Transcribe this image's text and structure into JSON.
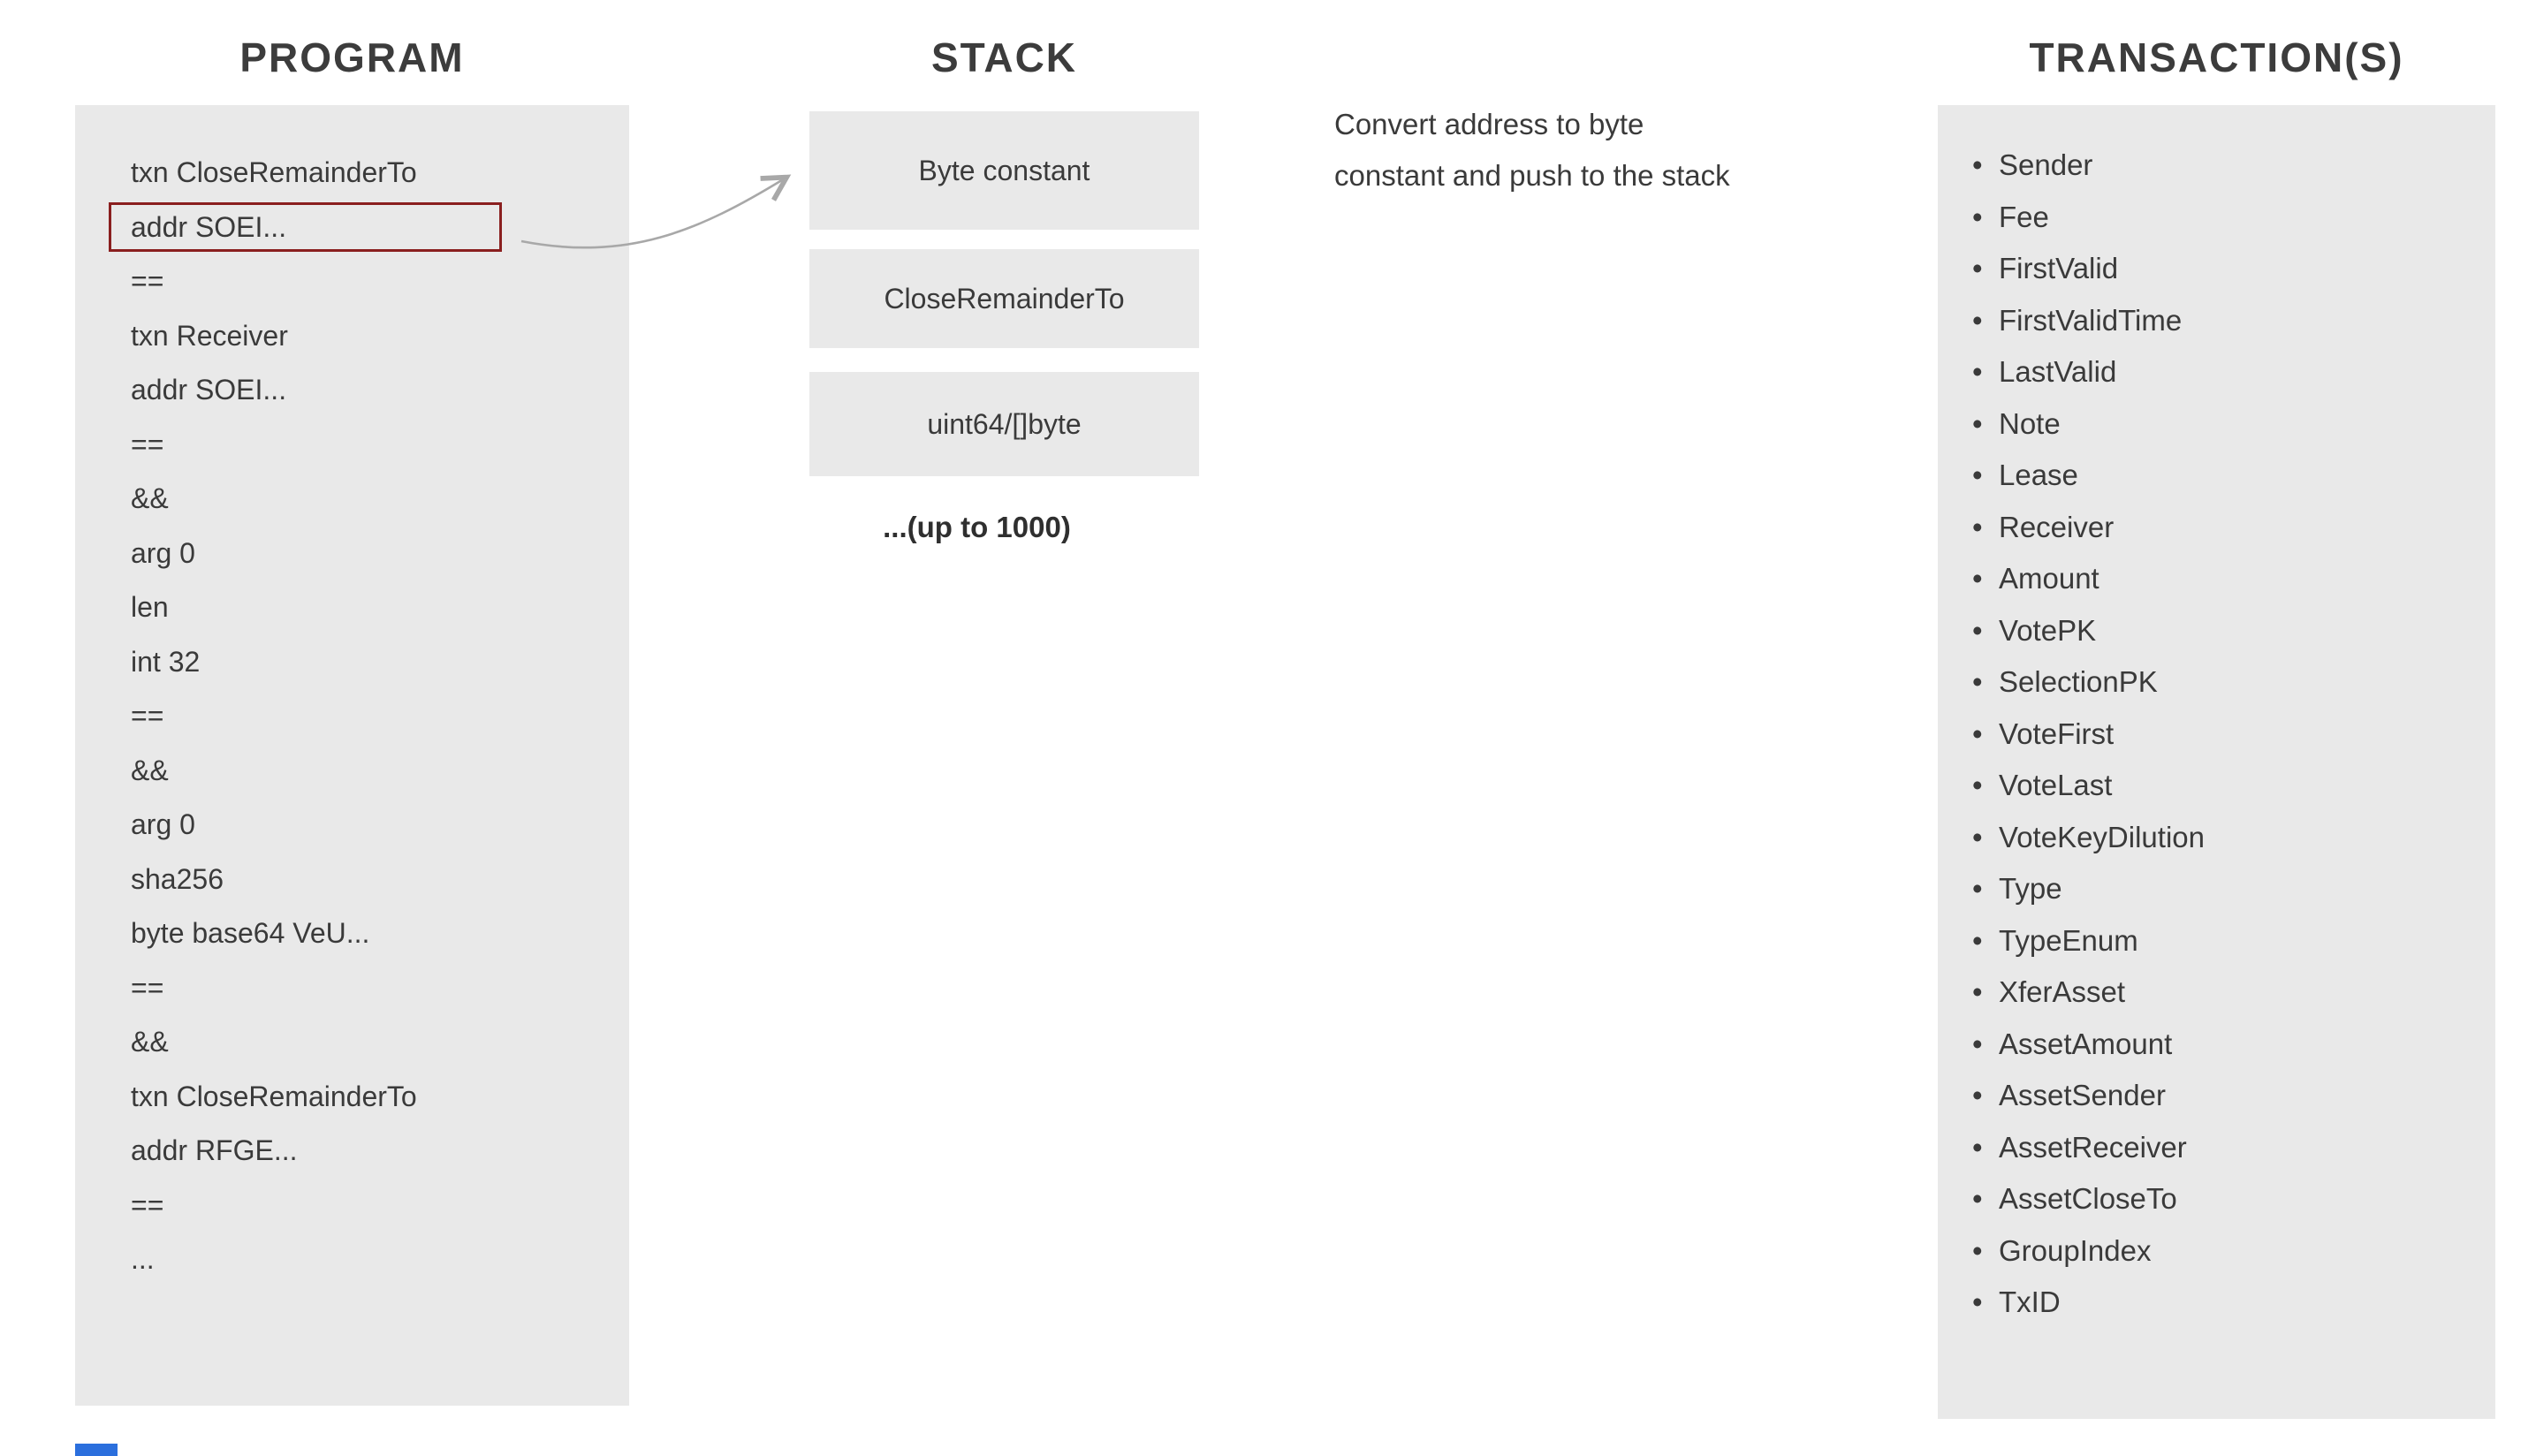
{
  "program": {
    "title": "PROGRAM",
    "lines": [
      "txn CloseRemainderTo",
      "addr SOEI...",
      "==",
      "txn Receiver",
      "addr SOEI...",
      "==",
      "&&",
      "arg 0",
      "len",
      "int 32",
      "==",
      "&&",
      "arg 0",
      "sha256",
      "byte base64 VeU...",
      "==",
      "&&",
      "txn CloseRemainderTo",
      "addr RFGE...",
      "==",
      "..."
    ],
    "highlighted_line_index": 1
  },
  "stack": {
    "title": "STACK",
    "items": [
      "Byte constant",
      "CloseRemainderTo",
      "uint64/[]byte"
    ],
    "more_label": "...(up to 1000)"
  },
  "annotation": {
    "lines": [
      "Convert address to byte",
      "constant and push to the stack"
    ]
  },
  "transactions": {
    "title": "TRANSACTION(S)",
    "bullet": "•",
    "fields": [
      "Sender",
      "Fee",
      "FirstValid",
      "FirstValidTime",
      "LastValid",
      "Note",
      "Lease",
      "Receiver",
      "Amount",
      "VotePK",
      "SelectionPK",
      "VoteFirst",
      "VoteLast",
      "VoteKeyDilution",
      "Type",
      "TypeEnum",
      "XferAsset",
      "AssetAmount",
      "AssetSender",
      "AssetReceiver",
      "AssetCloseTo",
      "GroupIndex",
      "TxID"
    ]
  },
  "colors": {
    "panel_bg": "#e9e9e9",
    "text": "#3a3a3a",
    "highlight_border": "#8a1f1f",
    "arrow": "#a8a8a8",
    "blue_bar": "#2b6fdd"
  }
}
